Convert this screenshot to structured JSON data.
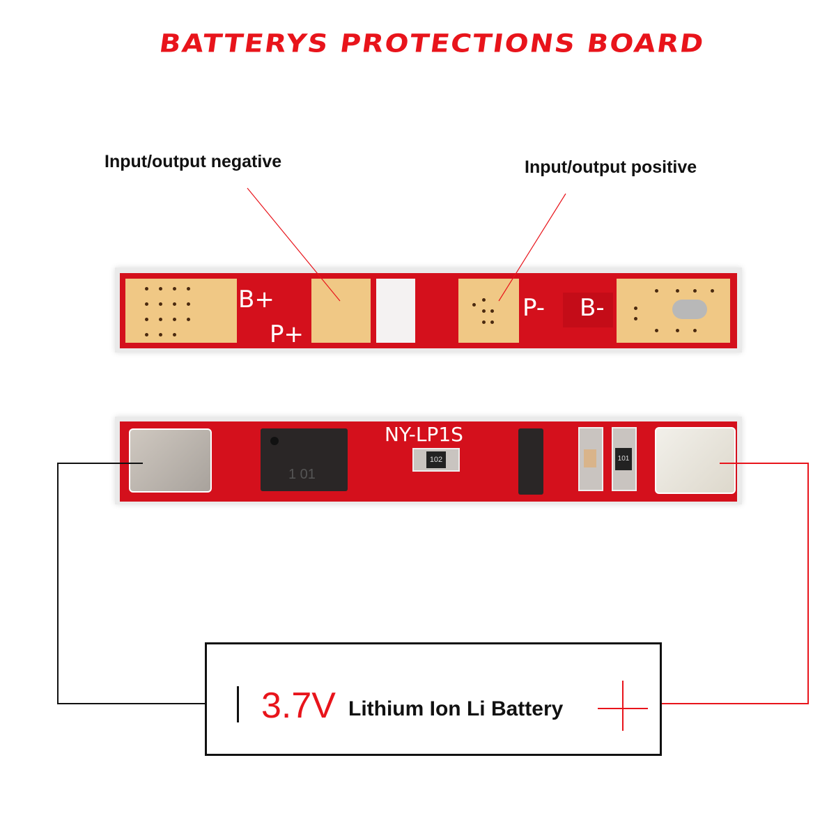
{
  "title": "BATTERYS PROTECTIONS BOARD",
  "labels": {
    "negative": "Input/output negative",
    "positive": "Input/output positive"
  },
  "top_board": {
    "b_plus": "B+",
    "p_plus": "P+",
    "p_minus": "P-",
    "b_minus": "B-"
  },
  "bottom_board": {
    "model": "NY-LP1S",
    "resistor_1": "102",
    "resistor_2": "101",
    "chip_marking": "1 01"
  },
  "battery": {
    "voltage": "3.7V",
    "description": "Lithium Ion Li Battery"
  },
  "colors": {
    "accent": "#e8141b",
    "pcb": "#d4101c",
    "gold": "#f0c885"
  }
}
